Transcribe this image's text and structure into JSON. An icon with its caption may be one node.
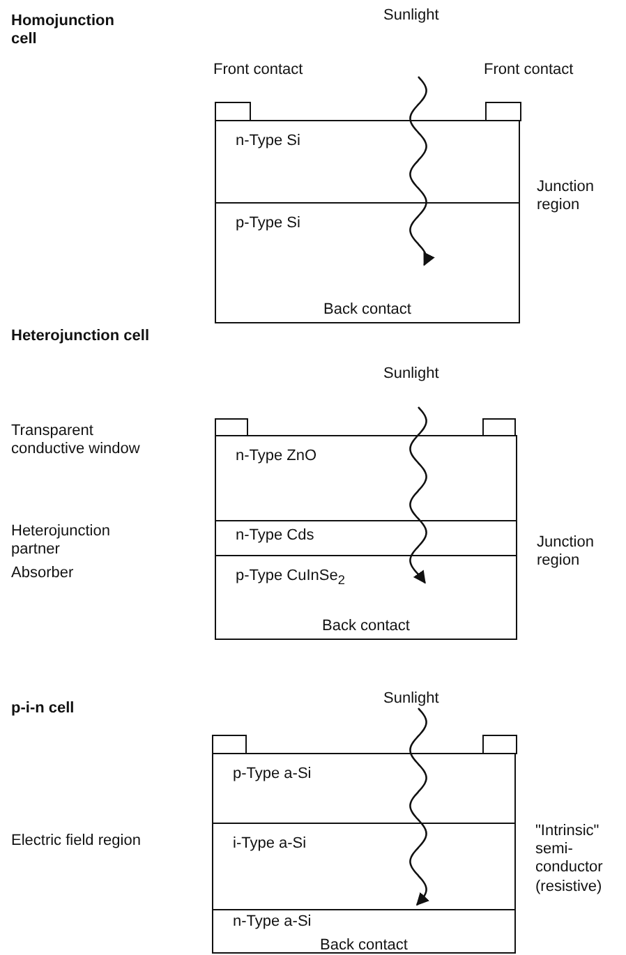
{
  "diagram": {
    "nodes": [
      {
        "text": [],
        "shape": "box",
        "beside": [
          "Front contact"
        ]
      },
      {
        "text": [],
        "shape": "box",
        "beside": [
          "Front contact"
        ]
      },
      {
        "text": [
          "n-Type Si"
        ]
      },
      {
        "text": [
          "p-Type Si",
          "Back contact"
        ]
      },
      {
        "text": [],
        "shape": "box"
      },
      {
        "text": [],
        "shape": "box"
      },
      {
        "text": [
          "n-Type ZnO"
        ]
      },
      {
        "text": [
          "n-Type Cds"
        ]
      },
      {
        "text": [
          "p-Type CuInSe$_{2}$",
          "Back contact"
        ]
      },
      {
        "text": [],
        "shape": "box"
      },
      {
        "text": [],
        "shape": "box"
      },
      {
        "text": [
          "p-Type a-Si"
        ]
      },
      {
        "text": [
          "i-Type a-Si"
        ]
      },
      {
        "text": [
          "n-Type a-Si",
          "Back contact"
        ]
      }
    ],
    "labels": [
      "Homojunction cell",
      "Sunlight",
      "Junction region",
      "Heterojunction cell",
      "Sunlight",
      "Transparent conductive window",
      "Heterojunction partner",
      "Junction region",
      "Absorber",
      "p-i-n cell",
      "Sunlight",
      "Electric field region",
      "\"Intrinsic\" semi- conductor (resistive)"
    ]
  }
}
